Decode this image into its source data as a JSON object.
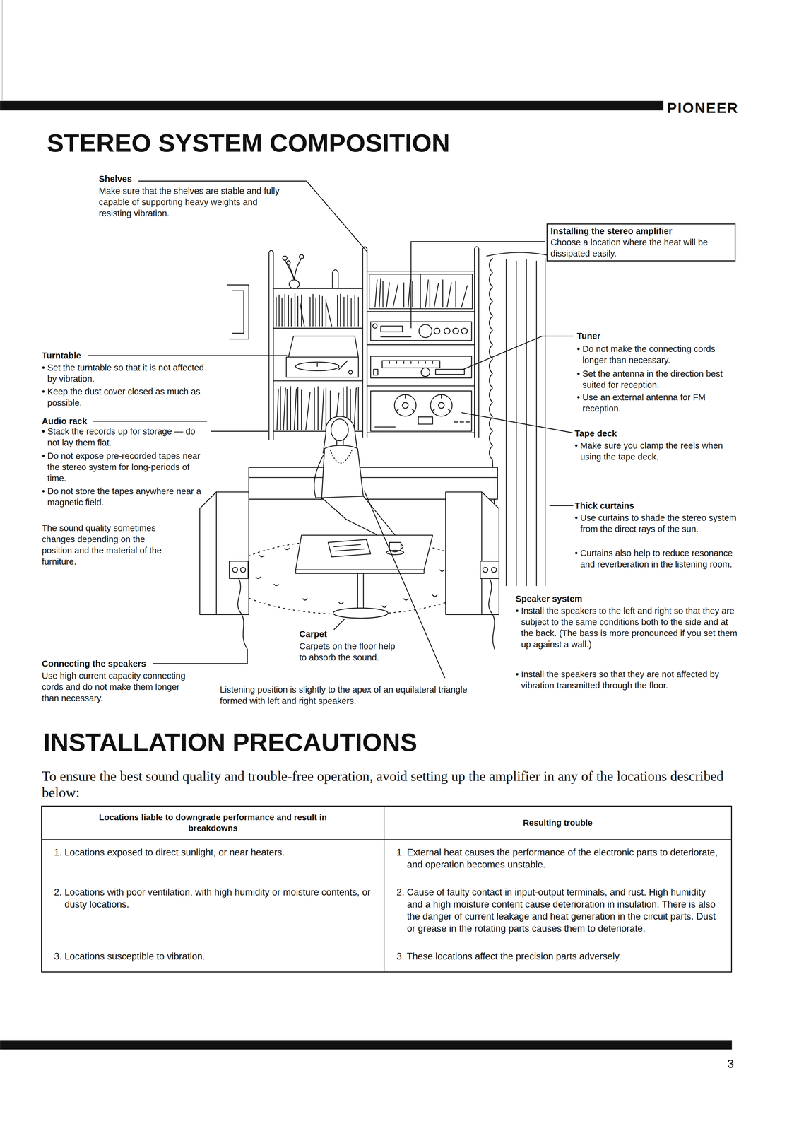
{
  "diagram": {
    "title": "STEREO SYSTEM COMPOSITION",
    "nodes": [
      {
        "text": [
          "Installing the stereo amplifier",
          "Choose a location where the heat will be dissipated easily."
        ]
      }
    ],
    "labels": [
      "PIONEER",
      "Shelves",
      "Make sure that the shelves are stable and fully capable of supporting heavy weights and resisting vibration.",
      "Turntable",
      "• Set the turntable so that it is not affected by vibration.",
      "• Keep the dust cover closed as much as possible.",
      "Audio rack",
      "• Stack the records up for storage — do not lay them flat.",
      "• Do not expose pre-recorded tapes near the stereo system for long-periods of time.",
      "• Do not store the tapes anywhere near a magnetic field.",
      "The sound quality sometimes changes depending on the position and the material of the furniture.",
      "Tuner",
      "• Do not make the connecting cords longer than necessary.",
      "• Set the antenna in the direction best suited for reception.",
      "• Use an external antenna for FM reception.",
      "Tape deck",
      "• Make sure you clamp the reels when using the tape deck.",
      "Thick curtains",
      "• Use curtains to shade the stereo system from the direct rays of the sun.",
      "• Curtains also help to reduce resonance and reverberation in the listening room.",
      "Speaker system",
      "• Install the speakers to the left and right so that they are subject to the same conditions both to the side and at the back. (The bass is more pronounced if you set them up against a wall.)",
      "• Install the speakers so that they are not affected by vibration transmitted through the floor.",
      "Carpet",
      "Carpets on the floor help to absorb the sound.",
      "Connecting the speakers",
      "Use high current capacity connecting cords and do not make them longer than necessary.",
      "Listening position is slightly to the apex of an equilateral triangle formed with left and right speakers.",
      "INSTALLATION PRECAUTIONS",
      "To ensure the best sound quality and trouble-free operation, avoid setting up the amplifier in any of the locations described below:",
      "Locations liable to downgrade performance and result in breakdowns",
      "Resulting trouble",
      "1. Locations exposed to direct sunlight, or near heaters.",
      "1. External heat causes the performance of the electronic parts to deteriorate, and operation becomes unstable.",
      "2. Locations with poor ventilation, with high humidity or moisture contents, or dusty locations.",
      "2. Cause of faulty contact in input-output terminals, and rust. High humidity and a high moisture content cause deterioration in insulation. There is also the danger of current leakage and heat generation in the circuit parts. Dust or grease in the rotating parts causes them to deteriorate.",
      "3. Locations susceptible to vibration.",
      "3. These locations affect the precision parts adversely.",
      "3"
    ]
  }
}
